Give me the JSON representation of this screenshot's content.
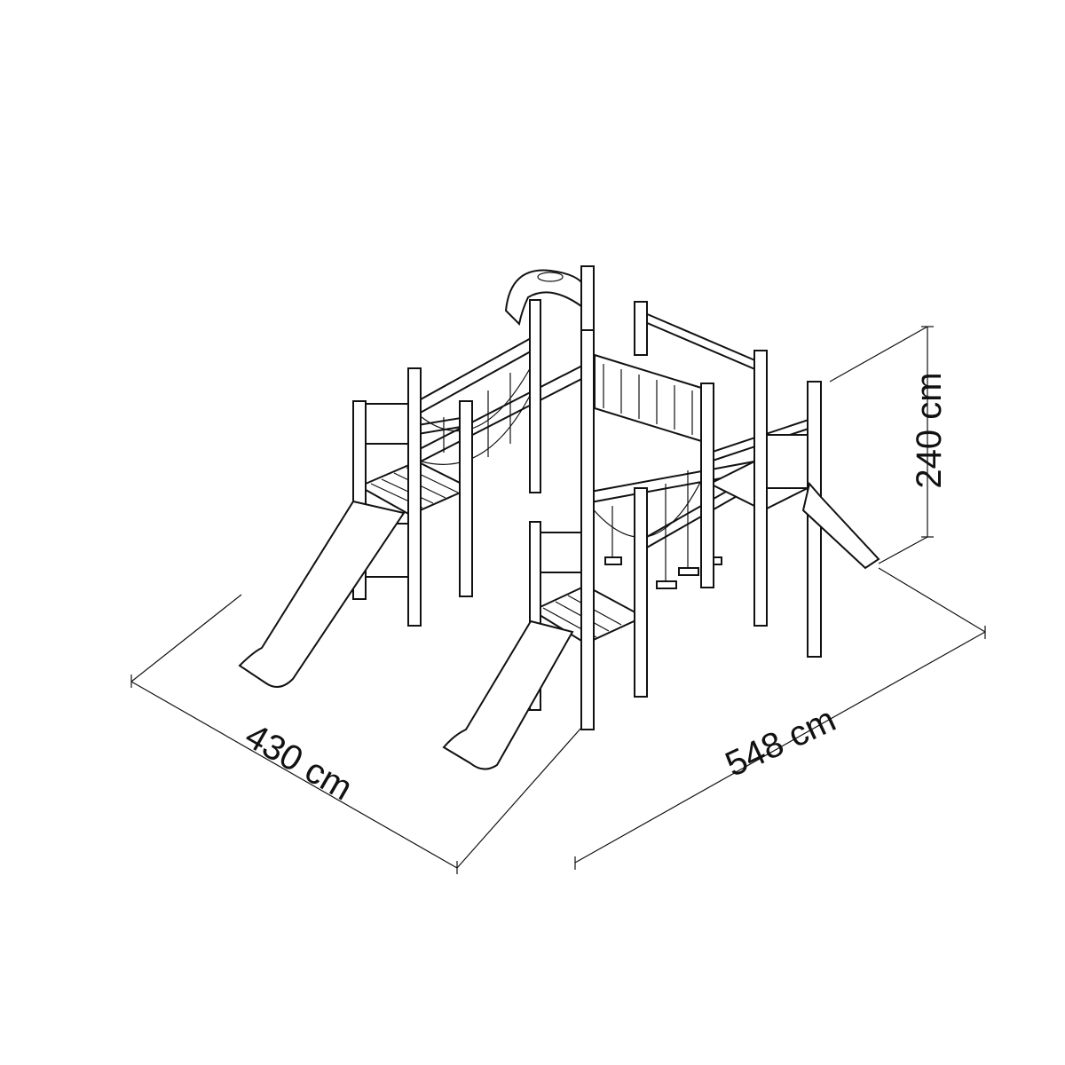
{
  "diagram": {
    "subject": "playground-climbing-frame",
    "colors": {
      "line": "#111111",
      "background": "#ffffff"
    },
    "dimensions": {
      "depth": "430 cm",
      "width": "548 cm",
      "height": "240 cm"
    }
  }
}
